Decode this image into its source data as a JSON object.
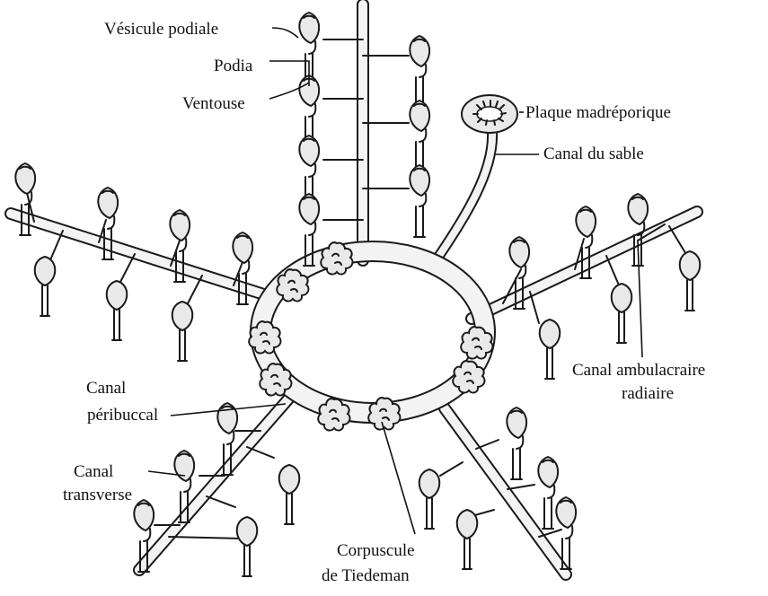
{
  "labels": {
    "vesicule_podiale": "Vésicule podiale",
    "podia": "Podia",
    "ventouse": "Ventouse",
    "plaque_madreporique": "Plaque madréporique",
    "canal_du_sable": "Canal du sable",
    "canal_ambulacraire_l1": "Canal ambulacraire",
    "canal_ambulacraire_l2": "radiaire",
    "canal_peribuccal_l1": "Canal",
    "canal_peribuccal_l2": "péribuccal",
    "canal_transverse_l1": "Canal",
    "canal_transverse_l2": "transverse",
    "corpuscule_l1": "Corpuscule",
    "corpuscule_l2": "de Tiedeman"
  },
  "colors": {
    "ink": "#1a1a1a",
    "canal_fill": "#f3f3f3",
    "vesicle_fill": "#e9e9e9"
  }
}
